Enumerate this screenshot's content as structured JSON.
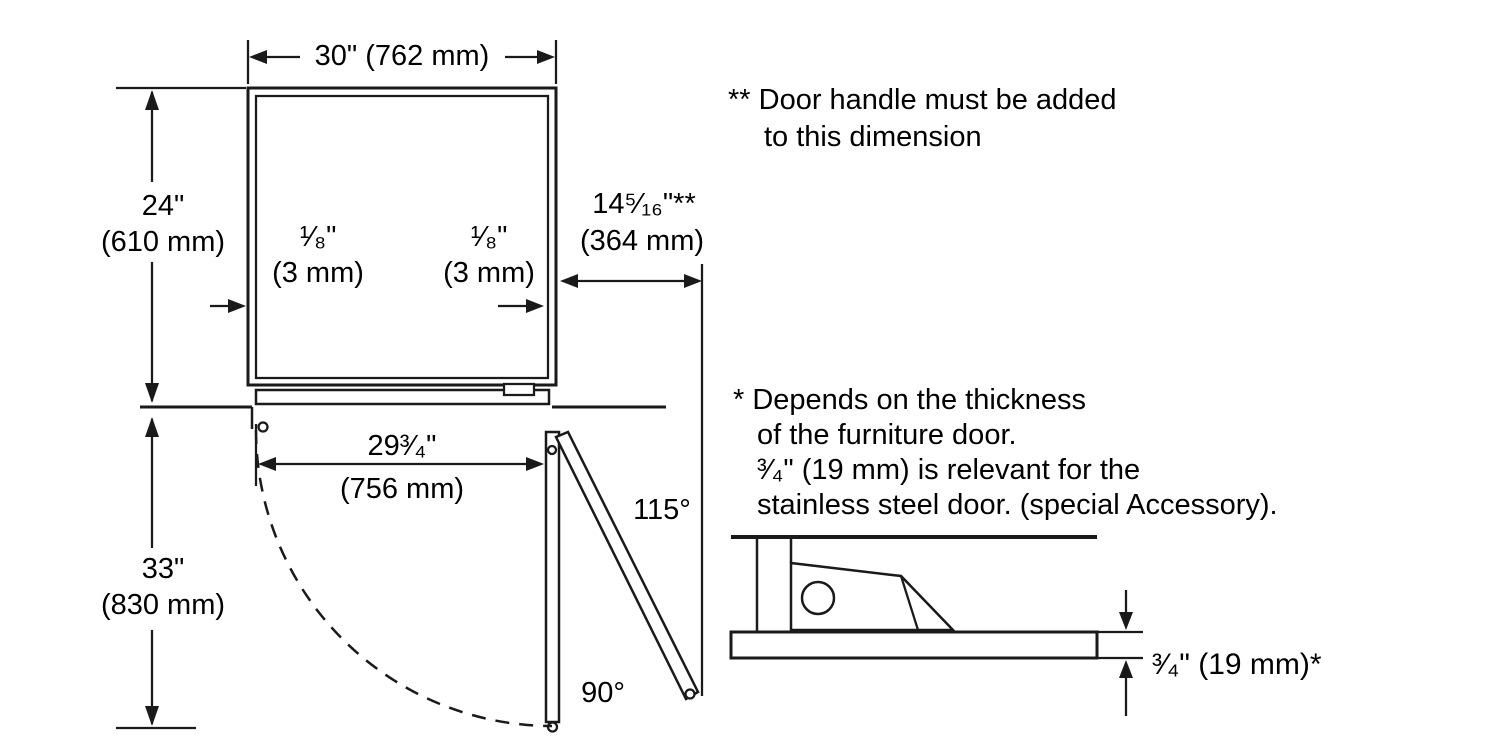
{
  "diagram": {
    "dims": {
      "width_top": "30\" (762 mm)",
      "depth_left_in": "24\"",
      "depth_left_mm": "(610 mm)",
      "gap_left_in": "¹⁄₈\"",
      "gap_left_mm": "(3 mm)",
      "gap_right_in": "¹⁄₈\"",
      "gap_right_mm": "(3 mm)",
      "door_proj_in": "14⁵⁄₁₆\"**",
      "door_proj_mm": "(364 mm)",
      "door_width_in": "29³⁄₄\"",
      "door_width_mm": "(756 mm)",
      "depth_open_in": "33\"",
      "depth_open_mm": "(830 mm)",
      "angle_open_max": "115°",
      "angle_open_90": "90°",
      "panel_thickness": "³⁄₄\" (19 mm)*"
    },
    "notes": {
      "handle": [
        "** Door handle must be added",
        "to this dimension"
      ],
      "thickness": [
        "* Depends on the thickness",
        "of the furniture door.",
        "³⁄₄\" (19 mm) is relevant for the",
        "stainless steel door. (special Accessory)."
      ]
    },
    "colors": {
      "line": "#1a1a1a",
      "text": "#000000",
      "background": "#ffffff"
    }
  }
}
